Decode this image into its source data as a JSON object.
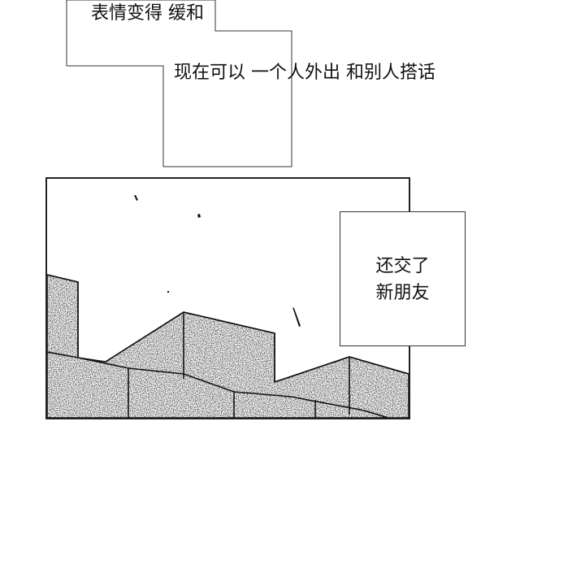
{
  "captions": {
    "top": {
      "lines": [
        "表情变得",
        "缓和"
      ]
    },
    "middle": {
      "lines": [
        "现在可以",
        "一个人外出",
        "和别人搭话"
      ]
    },
    "right": {
      "lines": [
        "还交了",
        "新朋友"
      ]
    }
  },
  "colors": {
    "background": "#ffffff",
    "ink": "#111111",
    "border": "#333333"
  }
}
